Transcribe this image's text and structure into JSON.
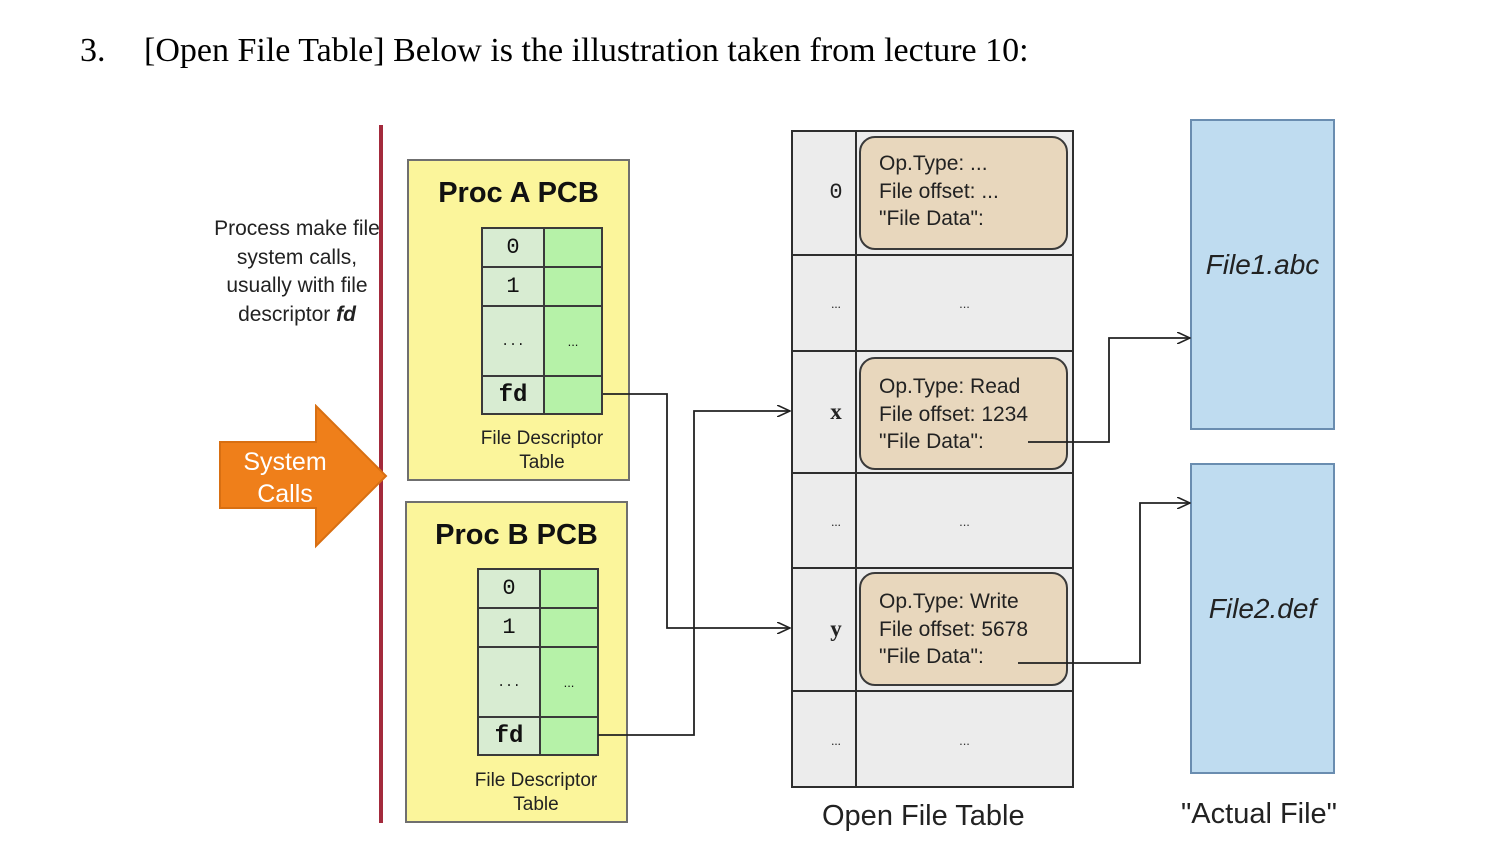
{
  "question": {
    "number": "3.",
    "text": "[Open File Table] Below is the illustration taken from lecture 10:"
  },
  "diagram": {
    "side_note": {
      "prefix": "Process make file system calls, usually with file descriptor",
      "emphasis": "fd"
    },
    "system_calls_arrow": {
      "label_line1": "System",
      "label_line2": "Calls",
      "color": "#ef7f1a"
    },
    "proc_a": {
      "title": "Proc A PCB",
      "table": {
        "rows": [
          "0",
          "1",
          "...",
          "fd"
        ],
        "dots": "..."
      },
      "caption_line1": "File Descriptor",
      "caption_line2": "Table"
    },
    "proc_b": {
      "title": "Proc B PCB",
      "table": {
        "rows": [
          "0",
          "1",
          "...",
          "fd"
        ],
        "dots": "..."
      },
      "caption_line1": "File Descriptor",
      "caption_line2": "Table"
    },
    "open_file_table": {
      "rows": [
        {
          "index": "0",
          "lines": [
            "Op.Type: ...",
            "File offset: ...",
            "\"File Data\":"
          ]
        },
        {
          "index": "...",
          "dots": "..."
        },
        {
          "index": "x",
          "lines": [
            "Op.Type: Read",
            "File offset: 1234",
            "\"File Data\":"
          ]
        },
        {
          "index": "...",
          "dots": "..."
        },
        {
          "index": "y",
          "lines": [
            "Op.Type: Write",
            "File offset: 5678",
            "\"File Data\":"
          ]
        },
        {
          "index": "...",
          "dots": "..."
        }
      ],
      "caption": "Open File Table"
    },
    "files": {
      "file1": "File1.abc",
      "file2": "File2.def",
      "caption": "\"Actual File\""
    },
    "colors": {
      "pcb_fill": "#fbf59b",
      "index_cell": "#d8ecd2",
      "pointer_cell": "#b6f2a8",
      "entry_fill": "#e8d7bd",
      "file_fill": "#bfdcf0",
      "divider": "#a32a3c"
    }
  }
}
